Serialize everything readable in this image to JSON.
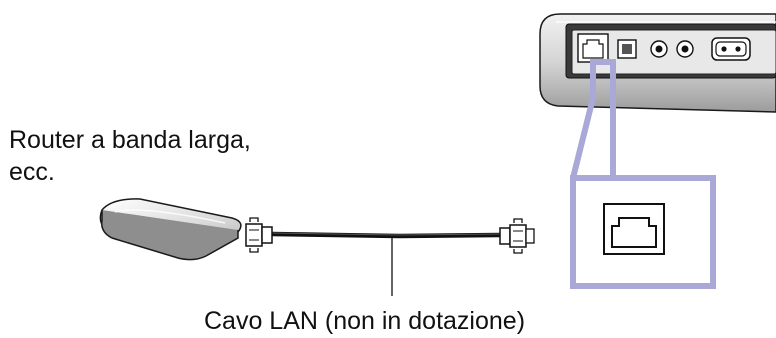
{
  "router_label": {
    "line1": "Router a banda larga,",
    "line2": "ecc."
  },
  "cable_label": "Cavo LAN (non in dotazione)",
  "colors": {
    "highlight": "#a9a8d6",
    "device_body": "#d6d6d6",
    "outline": "#1a1a1a"
  },
  "icons": [
    "router-icon",
    "lan-plug-icon",
    "lan-cable",
    "lan-port-icon",
    "device-rear-panel",
    "optical-port-icon",
    "rca-jack-icon",
    "power-inlet-icon"
  ]
}
